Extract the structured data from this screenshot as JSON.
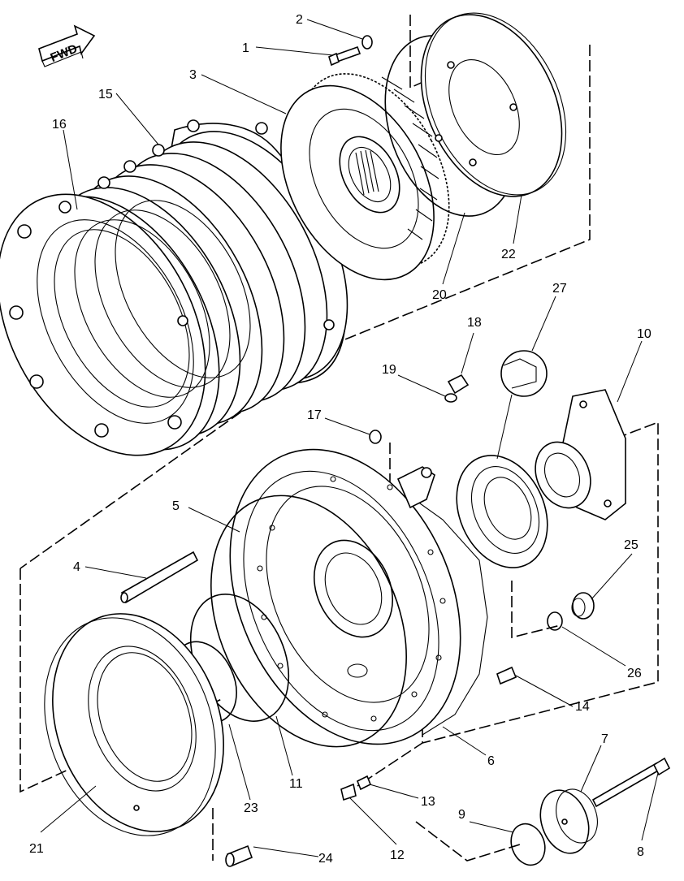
{
  "orientation": {
    "label": "FWD"
  },
  "callouts": [
    {
      "id": "1",
      "text": "1"
    },
    {
      "id": "2",
      "text": "2"
    },
    {
      "id": "3",
      "text": "3"
    },
    {
      "id": "4",
      "text": "4"
    },
    {
      "id": "5",
      "text": "5"
    },
    {
      "id": "6",
      "text": "6"
    },
    {
      "id": "7",
      "text": "7"
    },
    {
      "id": "8",
      "text": "8"
    },
    {
      "id": "9",
      "text": "9"
    },
    {
      "id": "10",
      "text": "10"
    },
    {
      "id": "11",
      "text": "11"
    },
    {
      "id": "12",
      "text": "12"
    },
    {
      "id": "13",
      "text": "13"
    },
    {
      "id": "14",
      "text": "14"
    },
    {
      "id": "15",
      "text": "15"
    },
    {
      "id": "16",
      "text": "16"
    },
    {
      "id": "17",
      "text": "17"
    },
    {
      "id": "18",
      "text": "18"
    },
    {
      "id": "19",
      "text": "19"
    },
    {
      "id": "20",
      "text": "20"
    },
    {
      "id": "21",
      "text": "21"
    },
    {
      "id": "22",
      "text": "22"
    },
    {
      "id": "23",
      "text": "23"
    },
    {
      "id": "24",
      "text": "24"
    },
    {
      "id": "25",
      "text": "25"
    },
    {
      "id": "26",
      "text": "26"
    },
    {
      "id": "27",
      "text": "27"
    }
  ],
  "colors": {
    "line": "#000000",
    "background": "#ffffff"
  }
}
